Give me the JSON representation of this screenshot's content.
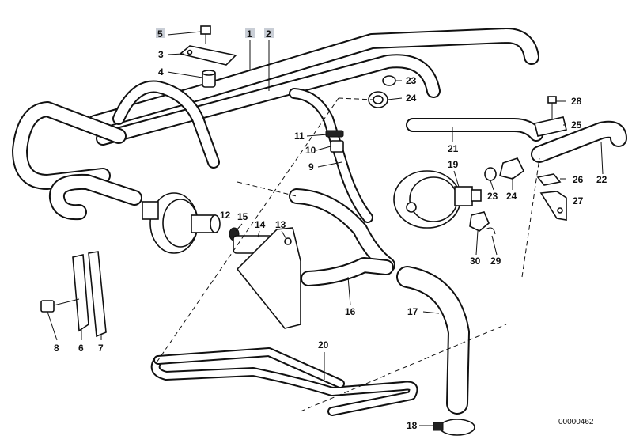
{
  "diagram": {
    "reference_number": "00000462",
    "callouts": [
      {
        "id": "c1",
        "text": "1",
        "highlighted": true
      },
      {
        "id": "c2",
        "text": "2",
        "highlighted": true
      },
      {
        "id": "c3",
        "text": "3",
        "highlighted": false
      },
      {
        "id": "c4",
        "text": "4",
        "highlighted": false
      },
      {
        "id": "c5",
        "text": "5",
        "highlighted": true
      },
      {
        "id": "c6",
        "text": "6",
        "highlighted": false
      },
      {
        "id": "c7",
        "text": "7",
        "highlighted": false
      },
      {
        "id": "c8",
        "text": "8",
        "highlighted": false
      },
      {
        "id": "c9",
        "text": "9",
        "highlighted": false
      },
      {
        "id": "c10",
        "text": "10",
        "highlighted": false
      },
      {
        "id": "c11",
        "text": "11",
        "highlighted": false
      },
      {
        "id": "c12",
        "text": "12",
        "highlighted": false
      },
      {
        "id": "c13",
        "text": "13",
        "highlighted": false
      },
      {
        "id": "c14",
        "text": "14",
        "highlighted": false
      },
      {
        "id": "c15",
        "text": "15",
        "highlighted": false
      },
      {
        "id": "c16",
        "text": "16",
        "highlighted": false
      },
      {
        "id": "c17",
        "text": "17",
        "highlighted": false
      },
      {
        "id": "c18",
        "text": "18",
        "highlighted": false
      },
      {
        "id": "c19",
        "text": "19",
        "highlighted": false
      },
      {
        "id": "c20",
        "text": "20",
        "highlighted": false
      },
      {
        "id": "c21",
        "text": "21",
        "highlighted": false
      },
      {
        "id": "c22",
        "text": "22",
        "highlighted": false
      },
      {
        "id": "c23a",
        "text": "23",
        "highlighted": false
      },
      {
        "id": "c23b",
        "text": "23",
        "highlighted": false
      },
      {
        "id": "c24a",
        "text": "24",
        "highlighted": false
      },
      {
        "id": "c24b",
        "text": "24",
        "highlighted": false
      },
      {
        "id": "c25",
        "text": "25",
        "highlighted": false
      },
      {
        "id": "c26",
        "text": "26",
        "highlighted": false
      },
      {
        "id": "c27",
        "text": "27",
        "highlighted": false
      },
      {
        "id": "c28",
        "text": "28",
        "highlighted": false
      },
      {
        "id": "c29",
        "text": "29",
        "highlighted": false
      },
      {
        "id": "c30",
        "text": "30",
        "highlighted": false
      }
    ]
  },
  "colors": {
    "line": "#111111",
    "background": "#ffffff",
    "highlight": "#c9ced6"
  }
}
